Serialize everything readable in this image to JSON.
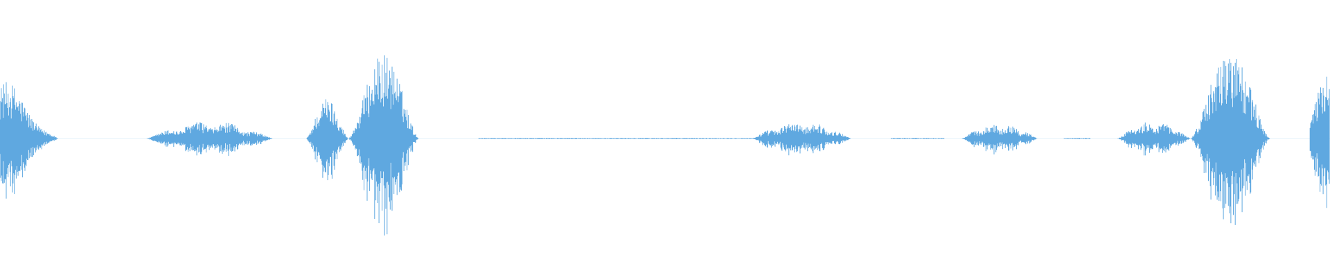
{
  "waveform": {
    "color": "#5fa8e0",
    "background": "#ffffff",
    "segments": [
      {
        "start": 0.0,
        "end": 0.048,
        "amplitude": 0.72,
        "profile": "decay"
      },
      {
        "start": 0.11,
        "end": 0.205,
        "amplitude": 0.18,
        "profile": "bumpy"
      },
      {
        "start": 0.23,
        "end": 0.262,
        "amplitude": 0.42,
        "profile": "burst"
      },
      {
        "start": 0.262,
        "end": 0.315,
        "amplitude": 0.88,
        "profile": "burst"
      },
      {
        "start": 0.36,
        "end": 0.565,
        "amplitude": 0.006,
        "profile": "hiss"
      },
      {
        "start": 0.565,
        "end": 0.64,
        "amplitude": 0.18,
        "profile": "bumpy"
      },
      {
        "start": 0.67,
        "end": 0.71,
        "amplitude": 0.006,
        "profile": "hiss"
      },
      {
        "start": 0.723,
        "end": 0.78,
        "amplitude": 0.16,
        "profile": "bumpy"
      },
      {
        "start": 0.8,
        "end": 0.82,
        "amplitude": 0.006,
        "profile": "hiss"
      },
      {
        "start": 0.84,
        "end": 0.895,
        "amplitude": 0.18,
        "profile": "bumpy"
      },
      {
        "start": 0.895,
        "end": 0.955,
        "amplitude": 0.9,
        "profile": "burst"
      },
      {
        "start": 0.985,
        "end": 1.0,
        "amplitude": 0.68,
        "profile": "rise"
      }
    ]
  }
}
